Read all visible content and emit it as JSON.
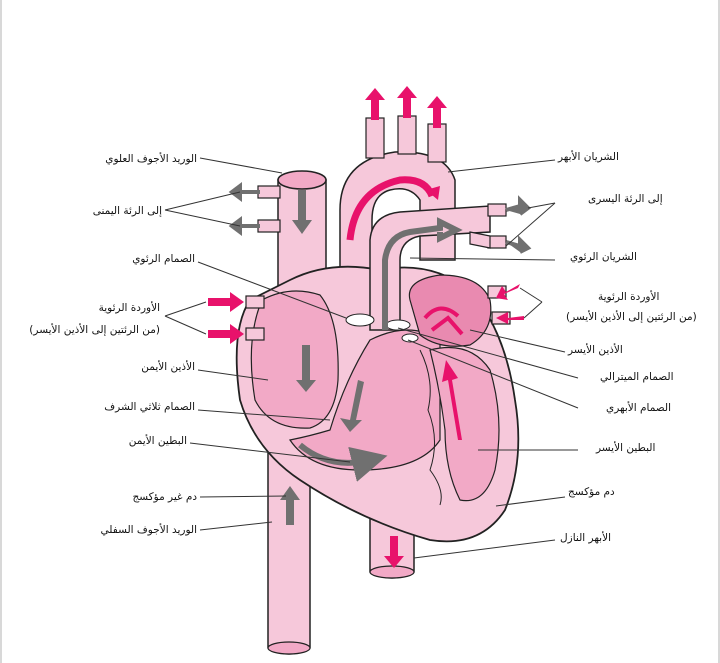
{
  "colors": {
    "pink_light": "#f6c8da",
    "pink_mid": "#f2a9c6",
    "pink_dark": "#e98ab0",
    "oxygenated_arrow": "#e8126b",
    "deoxygenated_arrow": "#707070",
    "outline": "#222222"
  },
  "labels": {
    "superior_vena_cava": "الوريد الأجوف العلوي",
    "to_right_lung": "إلى الرئة اليمنى",
    "pulmonary_valve": "الصمام الرئوي",
    "pulmonary_veins_right": "الأوردة الرئوية",
    "pulmonary_veins_right_sub": "(من الرئتين إلى الأذين الأيسر)",
    "right_atrium": "الأذين الأيمن",
    "tricuspid_valve": "الصمام ثلاثي الشرف",
    "right_ventricle": "البطين الأيمن",
    "deoxygenated_blood": "دم غير مؤكسج",
    "inferior_vena_cava": "الوريد الأجوف السفلي",
    "aorta": "الشريان الأبهر",
    "to_left_lung": "إلى الرئة اليسرى",
    "pulmonary_artery": "الشريان الرئوي",
    "pulmonary_veins_left": "الأوردة الرئوية",
    "pulmonary_veins_left_sub": "(من الرئتين إلى الأذين الأيسر)",
    "left_atrium": "الأذين الأيسر",
    "mitral_valve": "الصمام الميترالي",
    "aortic_valve": "الصمام الأبهري",
    "left_ventricle": "البطين الأيسر",
    "oxygenated_blood": "دم مؤكسج",
    "descending_aorta": "الأبهر النازل"
  }
}
